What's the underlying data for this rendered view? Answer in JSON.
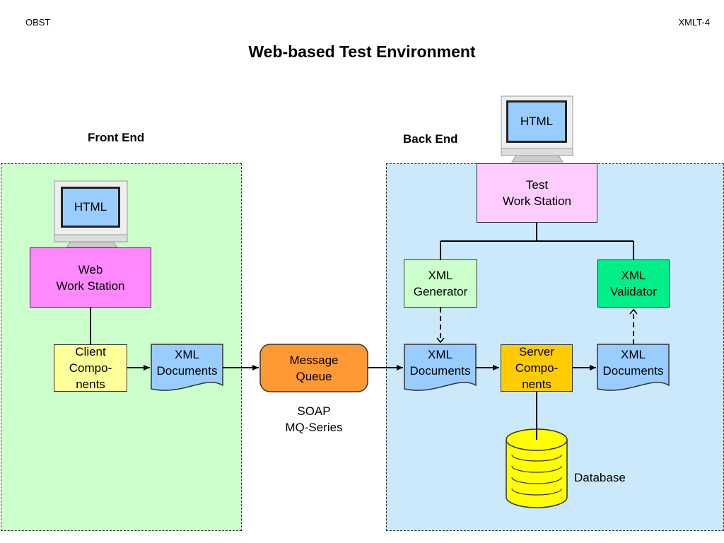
{
  "header": {
    "left": "OBST",
    "right": "XMLT-4"
  },
  "title": "Web-based Test Environment",
  "front_end": {
    "label": "Front End",
    "monitor_text": "HTML",
    "web_workstation": "Web\nWork Station",
    "client_components": "Client\nCompo-\nnents",
    "xml_documents": "XML\nDocuments"
  },
  "middle": {
    "message_queue": "Message\nQueue",
    "protocol": "SOAP\nMQ-Series"
  },
  "back_end": {
    "label": "Back End",
    "monitor_text": "HTML",
    "test_workstation": "Test\nWork Station",
    "xml_generator": "XML\nGenerator",
    "xml_validator": "XML\nValidator",
    "xml_documents_in": "XML\nDocuments",
    "server_components": "Server\nCompo-\nnents",
    "xml_documents_out": "XML\nDocuments",
    "database": "Database"
  },
  "colors": {
    "front_region": "#ccffcc",
    "back_region": "#cce8fb",
    "magenta": "#ff88ff",
    "pink": "#ffccff",
    "light_yellow": "#ffff99",
    "doc_blue": "#99ccff",
    "orange": "#ff9933",
    "gold": "#ffcc00",
    "light_green": "#ccffcc",
    "bright_green": "#00ee88",
    "db_yellow": "#ffff00"
  }
}
